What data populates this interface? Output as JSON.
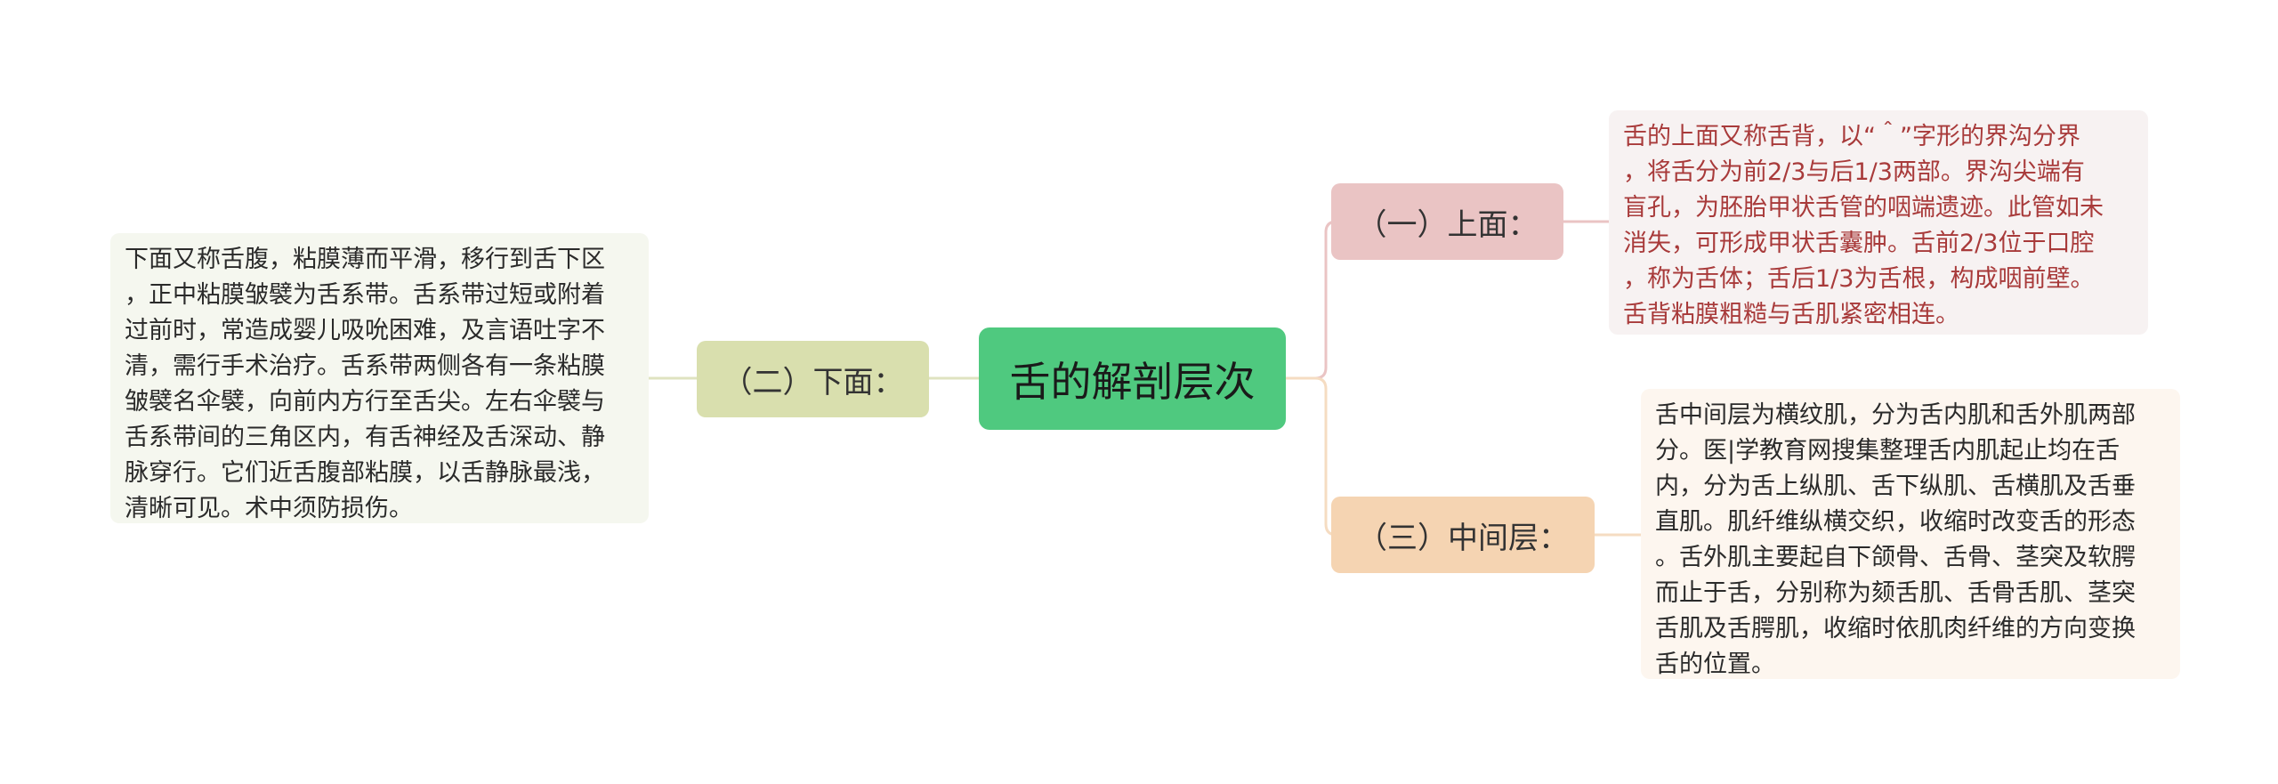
{
  "root": {
    "title": "舌的解剖层次"
  },
  "branches": {
    "top": {
      "label": "（一）上面：",
      "note_lines": [
        "舌的上面又称舌背，以“＾”字形的界沟分界",
        "，将舌分为前2/3与后1/3两部。界沟尖端有",
        "盲孔，为胚胎甲状舌管的咽端遗迹。此管如未",
        "消失，可形成甲状舌囊肿。舌前2/3位于口腔",
        "，称为舌体；舌后1/3为舌根，构成咽前壁。",
        "舌背粘膜粗糙与舌肌紧密相连。"
      ]
    },
    "left": {
      "label": "（二）下面：",
      "note_lines": [
        "下面又称舌腹，粘膜薄而平滑，移行到舌下区",
        "，正中粘膜皱襞为舌系带。舌系带过短或附着",
        "过前时，常造成婴儿吸吮困难，及言语吐字不",
        "清，需行手术治疗。舌系带两侧各有一条粘膜",
        "皱襞名伞襞，向前内方行至舌尖。左右伞襞与",
        "舌系带间的三角区内，有舌神经及舌深动、静",
        "脉穿行。它们近舌腹部粘膜，以舌静脉最浅，",
        "清晰可见。术中须防损伤。"
      ]
    },
    "mid": {
      "label": "（三）中间层：",
      "note_lines": [
        "舌中间层为横纹肌，分为舌内肌和舌外肌两部",
        "分。医|学教育网搜集整理舌内肌起止均在舌",
        "内，分为舌上纵肌、舌下纵肌、舌横肌及舌垂",
        "直肌。肌纤维纵横交织，收缩时改变舌的形态",
        "。舌外肌主要起自下颌骨、舌骨、茎突及软腭",
        "而止于舌，分别称为颏舌肌、舌骨舌肌、茎突",
        "舌肌及舌腭肌，收缩时依肌肉纤维的方向变换",
        "舌的位置。"
      ]
    }
  },
  "colors": {
    "root": "#4fc97f",
    "branch_top": "#eac4c4",
    "branch_left": "#d9dfae",
    "branch_mid": "#f5d4b2",
    "note_top_text": "#a83a3a",
    "connector_top": "#eac4c4",
    "connector_left": "#dfe3c0",
    "connector_mid": "#f5dcc2"
  }
}
